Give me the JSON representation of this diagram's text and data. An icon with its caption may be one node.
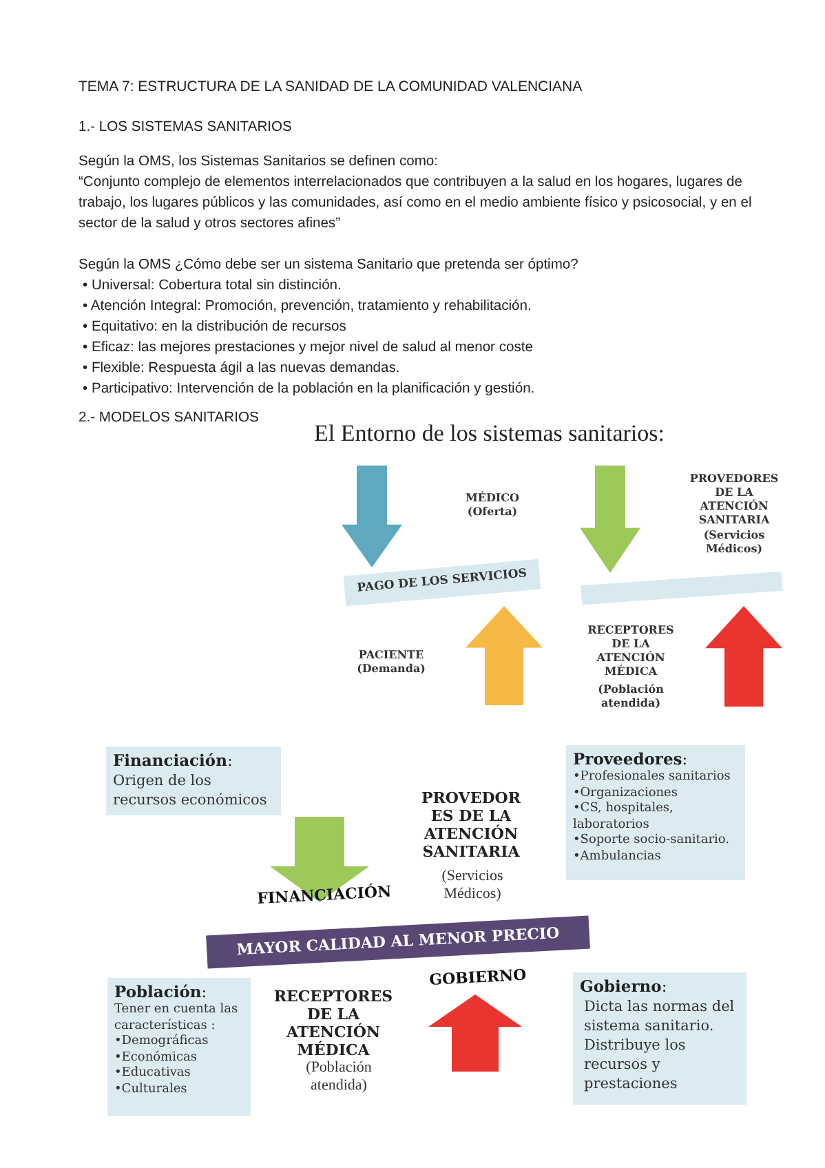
{
  "diagram": {
    "title": "TEMA 7: ESTRUCTURA DE LA SANIDAD DE LA COMUNIDAD VALENCIANA",
    "nodes": [
      {
        "text": [
          "PAGO DE LOS SERVICIOS"
        ]
      },
      {
        "text": [],
        "shape": "bar"
      },
      {
        "text": [
          "**Financiación**:",
          "Origen de los recursos económicos"
        ]
      },
      {
        "text": [
          "**Proveedores**:",
          "•Profesionales sanitarios",
          "•Organizaciones",
          "•CS, hospitales, laboratorios",
          "•Soporte socio-sanitario.",
          "•Ambulancias"
        ]
      },
      {
        "text": [
          "MAYOR CALIDAD AL MENOR PRECIO"
        ]
      },
      {
        "text": [
          "**Población**:",
          "Tener en cuenta las características :",
          "•Demográficas",
          "•Económicas",
          "•Educativas",
          "•Culturales"
        ]
      },
      {
        "text": [
          "**Gobierno**:",
          "Dicta las normas del sistema sanitario. Distribuye los recursos y prestaciones"
        ]
      }
    ],
    "edges": [
      {
        "from": null,
        "to": 0,
        "arrow": "to",
        "style": "thick",
        "color": "#5ea8c0"
      },
      {
        "from": null,
        "to": 1,
        "arrow": "to",
        "style": "thick",
        "color": "#9dc85a"
      },
      {
        "from": null,
        "to": 0,
        "arrow": "to",
        "style": "thick",
        "color": "#f6b944"
      },
      {
        "from": null,
        "to": 1,
        "arrow": "to",
        "style": "thick",
        "color": "#ea3430"
      },
      {
        "from": 2,
        "to": 4,
        "arrow": "to",
        "style": "thick",
        "color": "#9dc85a"
      },
      {
        "from": null,
        "to": 4,
        "arrow": "to",
        "style": "thick",
        "color": "#ea3430"
      }
    ],
    "labels": [
      "1.- LOS SISTEMAS SANITARIOS",
      "Según la OMS, los Sistemas Sanitarios se definen como:",
      "“Conjunto complejo de elementos interrelacionados que contribuyen a la salud en los hogares, lugares de trabajo, los lugares públicos y las comunidades, así como en el medio ambiente físico y psicosocial, y en el sector de la salud y otros sectores afines”",
      "Según la OMS ¿Cómo debe ser un sistema Sanitario que pretenda ser óptimo?",
      "• Universal: Cobertura total sin distinción.",
      "• Atención Integral: Promoción, prevención, tratamiento y rehabilitación.",
      "• Equitativo: en la distribución de recursos",
      "• Eficaz: las mejores prestaciones y mejor nivel de salud al menor coste",
      "• Flexible: Respuesta ágil a las nuevas demandas.",
      "• Participativo: Intervención de la población en la planificación y gestión.",
      "2.- MODELOS SANITARIOS",
      "El Entorno de los sistemas sanitarios:",
      "MÉDICO (Oferta)",
      "PROVEDORES DE LA ATENCIÓN SANITARIA",
      "(Servicios Médicos)",
      "PACIENTE (Demanda)",
      "RECEPTORES DE LA ATENCIÓN MÉDICA",
      "(Población atendida)",
      "PROVEDORES DE LA ATENCIÓN SANITARIA",
      "(Servicios Médicos)",
      "FINANCIACIÓN",
      "GOBIERNO",
      "RECEPTORES DE LA ATENCIÓN MÉDICA",
      "(Población atendida)"
    ]
  }
}
